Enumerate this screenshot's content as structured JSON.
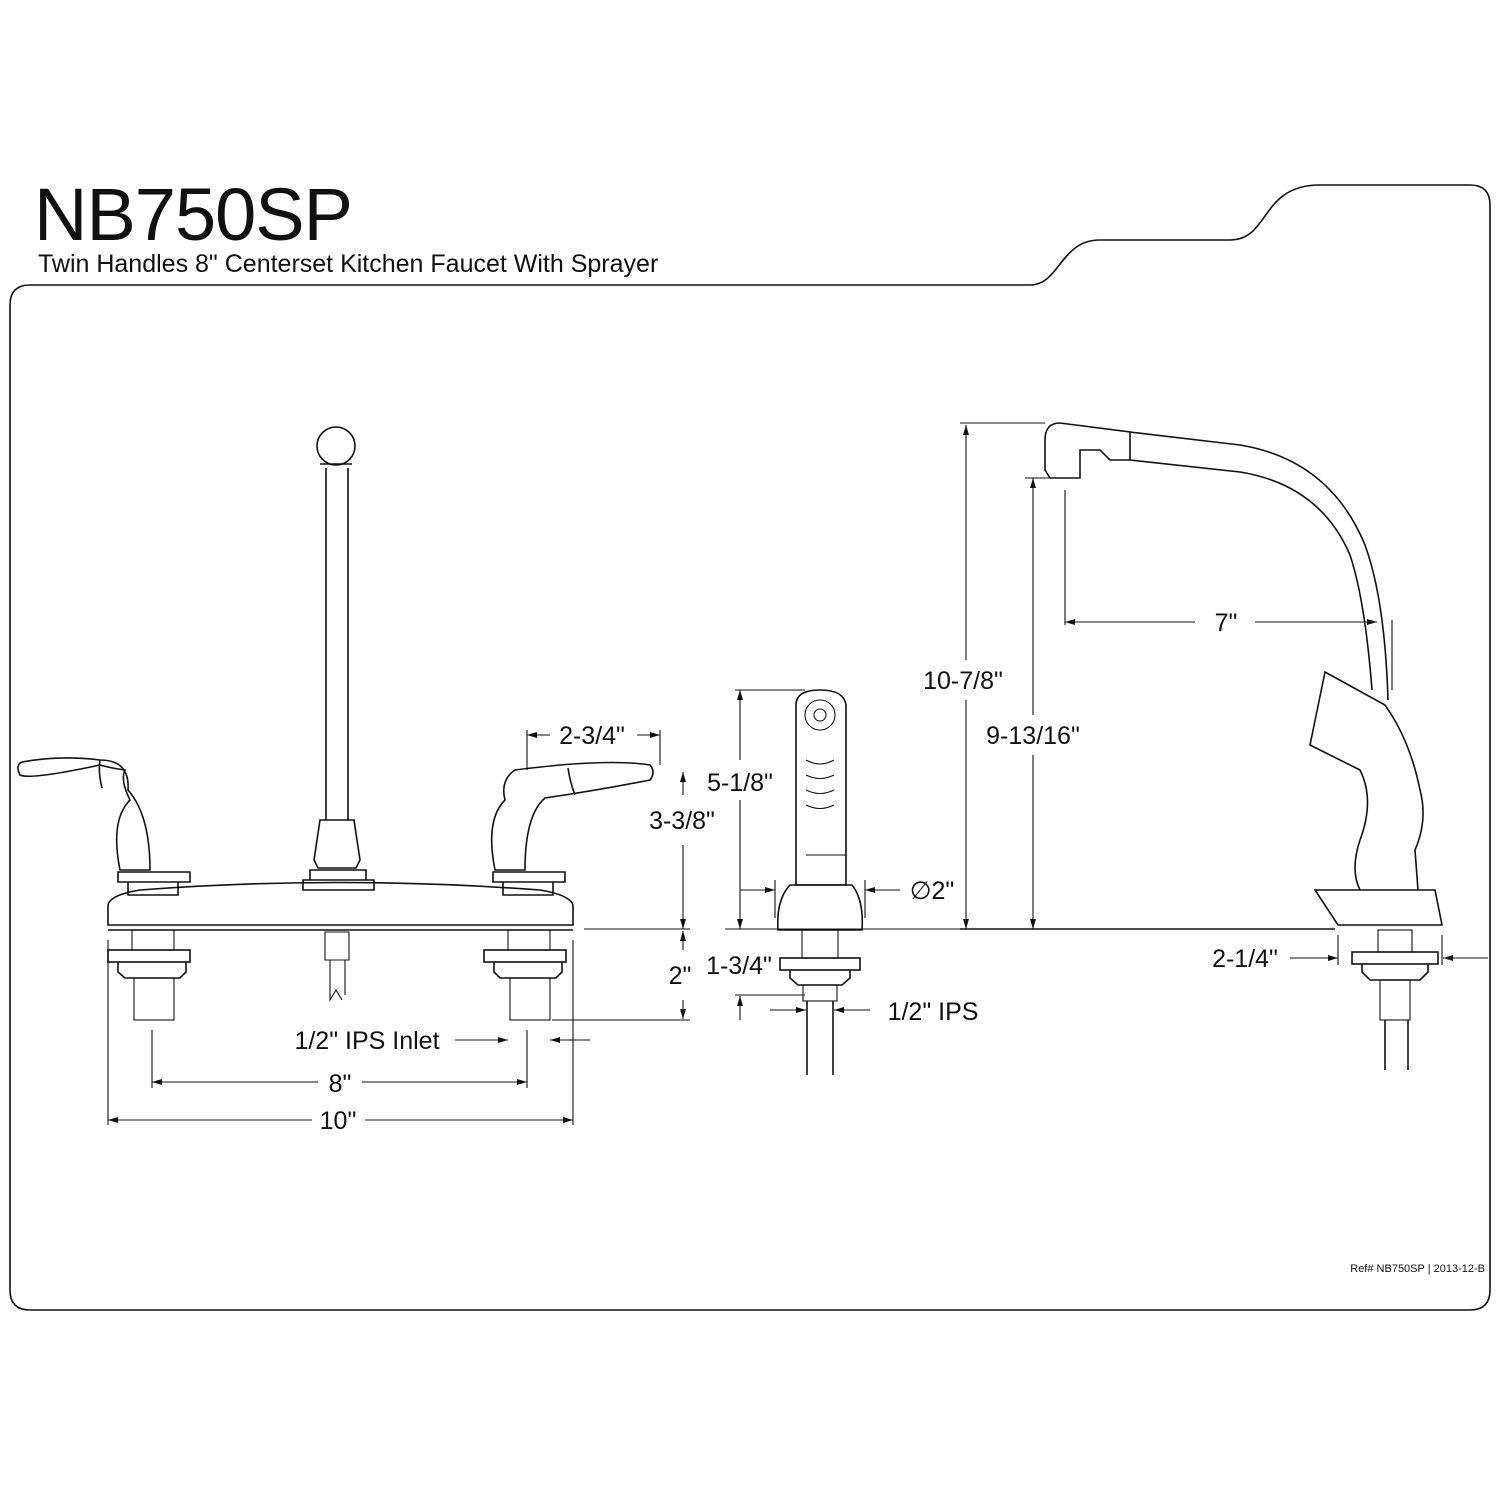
{
  "header": {
    "model": "NB750SP",
    "description": "Twin Handles 8\" Centerset Kitchen Faucet With Sprayer"
  },
  "dimensions": {
    "handle_width": "2-3/4\"",
    "handle_height": "3-3/8\"",
    "shank_length": "2\"",
    "inlet": "1/2\" IPS Inlet",
    "centers": "8\"",
    "overall_width": "10\"",
    "sprayer_height": "5-1/8\"",
    "sprayer_base_diameter": "∅2\"",
    "sprayer_shank": "1-3/4\"",
    "sprayer_thread": "1/2\" IPS",
    "spout_height": "10-7/8\"",
    "spout_clearance": "9-13/16\"",
    "spout_reach": "7\"",
    "base_depth": "2-1/4\""
  },
  "footer": {
    "reference": "Ref# NB750SP | 2013-12-B"
  }
}
